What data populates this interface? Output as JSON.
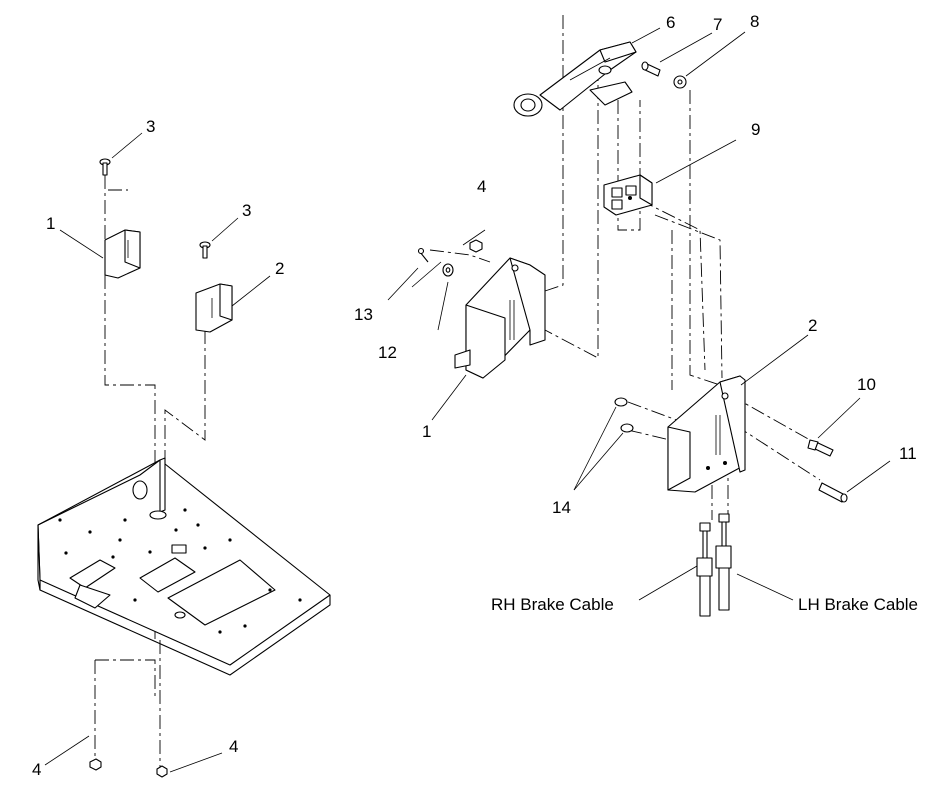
{
  "callouts": {
    "left_1": "1",
    "left_2": "2",
    "left_3a": "3",
    "left_3b": "3",
    "left_4a": "4",
    "left_4b": "4",
    "right_1": "1",
    "right_2": "2",
    "right_4": "4",
    "right_6": "6",
    "right_7": "7",
    "right_8": "8",
    "right_9": "9",
    "right_10": "10",
    "right_11": "11",
    "right_12": "12",
    "right_13": "13",
    "right_14": "14"
  },
  "cables": {
    "rh": "RH Brake Cable",
    "lh": "LH Brake Cable"
  }
}
